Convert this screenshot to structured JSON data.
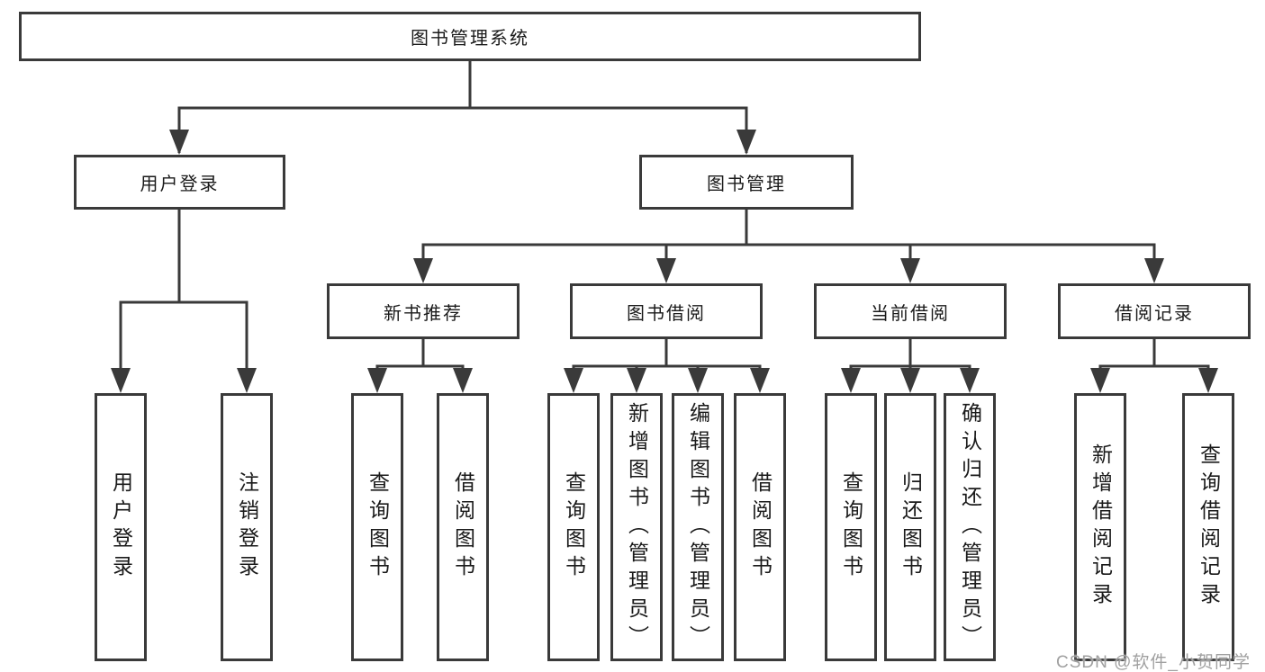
{
  "diagram": {
    "title": "图书管理系统",
    "level2": [
      {
        "label": "用户登录",
        "parent": "图书管理系统"
      },
      {
        "label": "图书管理",
        "parent": "图书管理系统"
      }
    ],
    "level3": [
      {
        "label": "新书推荐",
        "parent": "图书管理"
      },
      {
        "label": "图书借阅",
        "parent": "图书管理"
      },
      {
        "label": "当前借阅",
        "parent": "图书管理"
      },
      {
        "label": "借阅记录",
        "parent": "图书管理"
      }
    ],
    "leaves": [
      {
        "label": "用户登录",
        "parent": "用户登录"
      },
      {
        "label": "注销登录",
        "parent": "用户登录"
      },
      {
        "label": "查询图书",
        "parent": "新书推荐"
      },
      {
        "label": "借阅图书",
        "parent": "新书推荐"
      },
      {
        "label": "查询图书",
        "parent": "图书借阅"
      },
      {
        "label": "新增图书（管理员）",
        "parent": "图书借阅"
      },
      {
        "label": "编辑图书（管理员）",
        "parent": "图书借阅"
      },
      {
        "label": "借阅图书",
        "parent": "图书借阅"
      },
      {
        "label": "查询图书",
        "parent": "当前借阅"
      },
      {
        "label": "归还图书",
        "parent": "当前借阅"
      },
      {
        "label": "确认归还（管理员）",
        "parent": "当前借阅"
      },
      {
        "label": "新增借阅记录",
        "parent": "借阅记录"
      },
      {
        "label": "查询借阅记录",
        "parent": "借阅记录"
      }
    ],
    "watermark": "CSDN @软件_小贺同学",
    "colors": {
      "line": "#3a3a3a",
      "text": "#1a1a1a",
      "background": "#ffffff",
      "watermark": "#a0a0a0"
    }
  }
}
